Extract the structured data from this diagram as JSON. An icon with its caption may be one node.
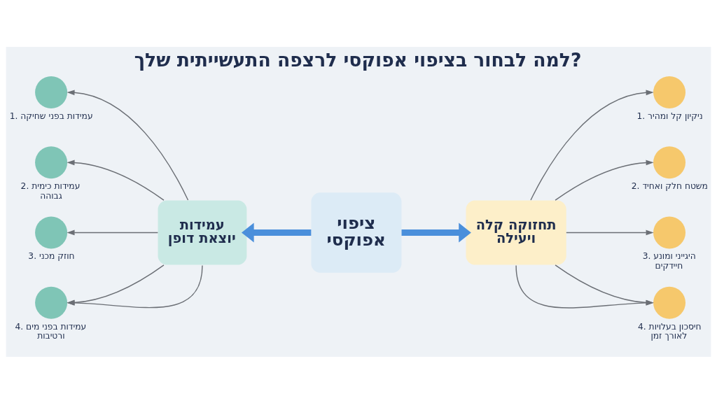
{
  "diagram": {
    "title": "למה לבחור בציפוי אפוקסי לרצפה התעשייתית שלך?",
    "nodes": [
      {
        "text": [
          "ציפוי אפוקסי"
        ]
      },
      {
        "text": [
          "עמידות יוצאת דופן"
        ]
      },
      {
        "text": [
          "תחזוקה קלה ויעילה"
        ]
      },
      {
        "text": [],
        "shape": "circle",
        "beside": [
          "1. עמידות בפני שחיקה"
        ]
      },
      {
        "text": [],
        "shape": "circle",
        "beside": [
          "2. עמידות כימית גבוהה"
        ]
      },
      {
        "text": [],
        "shape": "circle",
        "beside": [
          "3. חוזק מכני"
        ]
      },
      {
        "text": [],
        "shape": "circle",
        "beside": [
          "4. עמידות בפני מים ורטיבות"
        ]
      },
      {
        "text": [],
        "shape": "circle",
        "beside": [
          "1. ניקיון קל ומהיר"
        ]
      },
      {
        "text": [],
        "shape": "circle",
        "beside": [
          "2. משטח חלק ואחיד"
        ]
      },
      {
        "text": [],
        "shape": "circle",
        "beside": [
          "3. היגייני ומונע חיידקים"
        ]
      },
      {
        "text": [],
        "shape": "circle",
        "beside": [
          "4. חיסכון בעלויות לאורך זמן"
        ]
      }
    ],
    "edges": [
      {
        "from": 0,
        "to": 1,
        "arrow": "to",
        "style": "thick",
        "color": "#4a8fdb"
      },
      {
        "from": 0,
        "to": 2,
        "arrow": "to",
        "style": "thick",
        "color": "#4a8fdb"
      },
      {
        "from": 1,
        "to": 3,
        "arrow": "to"
      },
      {
        "from": 1,
        "to": 4,
        "arrow": "to"
      },
      {
        "from": 1,
        "to": 5,
        "arrow": "to"
      },
      {
        "from": 1,
        "to": 6,
        "arrow": "to"
      },
      {
        "from": 1,
        "to": 6,
        "arrow": "to"
      },
      {
        "from": 2,
        "to": 7,
        "arrow": "to"
      },
      {
        "from": 2,
        "to": 8,
        "arrow": "to"
      },
      {
        "from": 2,
        "to": 9,
        "arrow": "to"
      },
      {
        "from": 2,
        "to": 10,
        "arrow": "to"
      },
      {
        "from": 2,
        "to": 10,
        "arrow": "to"
      }
    ]
  }
}
